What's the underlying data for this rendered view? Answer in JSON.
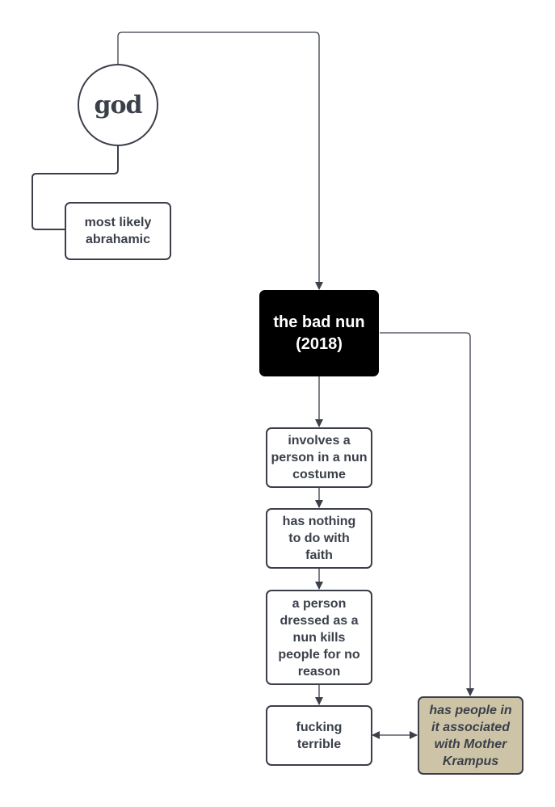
{
  "diagram": {
    "nodes": {
      "god": "god",
      "abrahamic": "most likely abrahamic",
      "bad_nun": "the bad nun (2018)",
      "costume": "involves a person in a nun costume",
      "faith": "has nothing to do with faith",
      "kills": "a person dressed as a nun kills people for no reason",
      "terrible": "fucking terrible",
      "krampus": "has people in it associated with Mother Krampus"
    },
    "colors": {
      "stroke": "#3a3f49",
      "dark_node": "#000000",
      "tan_node": "#cdc4a8"
    },
    "edges": [
      {
        "from": "god",
        "to": "bad_nun",
        "arrow": "end"
      },
      {
        "from": "god",
        "to": "abrahamic",
        "arrow": "none"
      },
      {
        "from": "bad_nun",
        "to": "costume",
        "arrow": "end"
      },
      {
        "from": "bad_nun",
        "to": "krampus",
        "arrow": "end"
      },
      {
        "from": "costume",
        "to": "faith",
        "arrow": "end"
      },
      {
        "from": "faith",
        "to": "kills",
        "arrow": "end"
      },
      {
        "from": "kills",
        "to": "terrible",
        "arrow": "end"
      },
      {
        "from": "terrible",
        "to": "krampus",
        "arrow": "both"
      }
    ]
  }
}
